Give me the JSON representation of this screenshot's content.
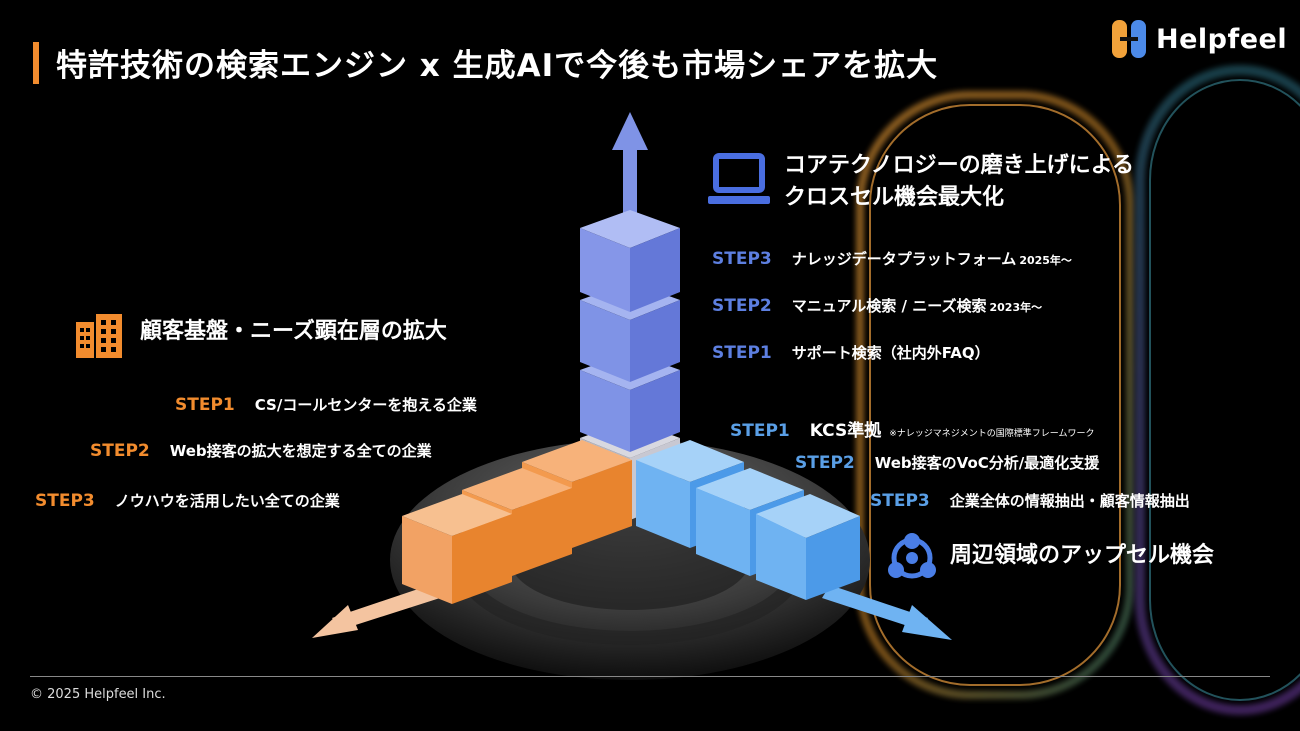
{
  "title": "特許技術の検索エンジン x 生成AIで今後も市場シェアを拡大",
  "brand": {
    "name": "Helpfeel"
  },
  "vertical_axis": {
    "heading_line1": "コアテクノロジーの磨き上げによる",
    "heading_line2": "クロスセル機会最大化",
    "icon": "laptop-icon",
    "steps": [
      {
        "label": "STEP3",
        "text": "ナレッジデータプラットフォーム",
        "year": "2025年〜"
      },
      {
        "label": "STEP2",
        "text": "マニュアル検索 / ニーズ検索",
        "year": "2023年〜"
      },
      {
        "label": "STEP1",
        "text": "サポート検索（社内外FAQ）"
      }
    ]
  },
  "left_axis": {
    "heading": "顧客基盤・ニーズ顕在層の拡大",
    "icon": "building-icon",
    "steps": [
      {
        "label": "STEP1",
        "text": "CS/コールセンターを抱える企業"
      },
      {
        "label": "STEP2",
        "text": "Web接客の拡大を想定する全ての企業"
      },
      {
        "label": "STEP3",
        "text": "ノウハウを活用したい全ての企業"
      }
    ]
  },
  "right_axis": {
    "heading": "周辺領域のアップセル機会",
    "icon": "network-icon",
    "steps": [
      {
        "label": "STEP1",
        "text": "KCS準拠",
        "note": "※ナレッジマネジメントの国際標準フレームワーク"
      },
      {
        "label": "STEP2",
        "text": "Web接客のVoC分析/最適化支援"
      },
      {
        "label": "STEP3",
        "text": "企業全体の情報抽出・顧客情報抽出"
      }
    ]
  },
  "footer": {
    "copyright": "© 2025 Helpfeel Inc."
  },
  "colors": {
    "accent_orange": "#f28c2e",
    "step_blue": "#5d7fe0",
    "step_light_blue": "#5a9fe6",
    "cube_purple": "#7f93e6",
    "cube_orange": "#f39a4e",
    "cube_light_blue": "#6fb3f2"
  }
}
